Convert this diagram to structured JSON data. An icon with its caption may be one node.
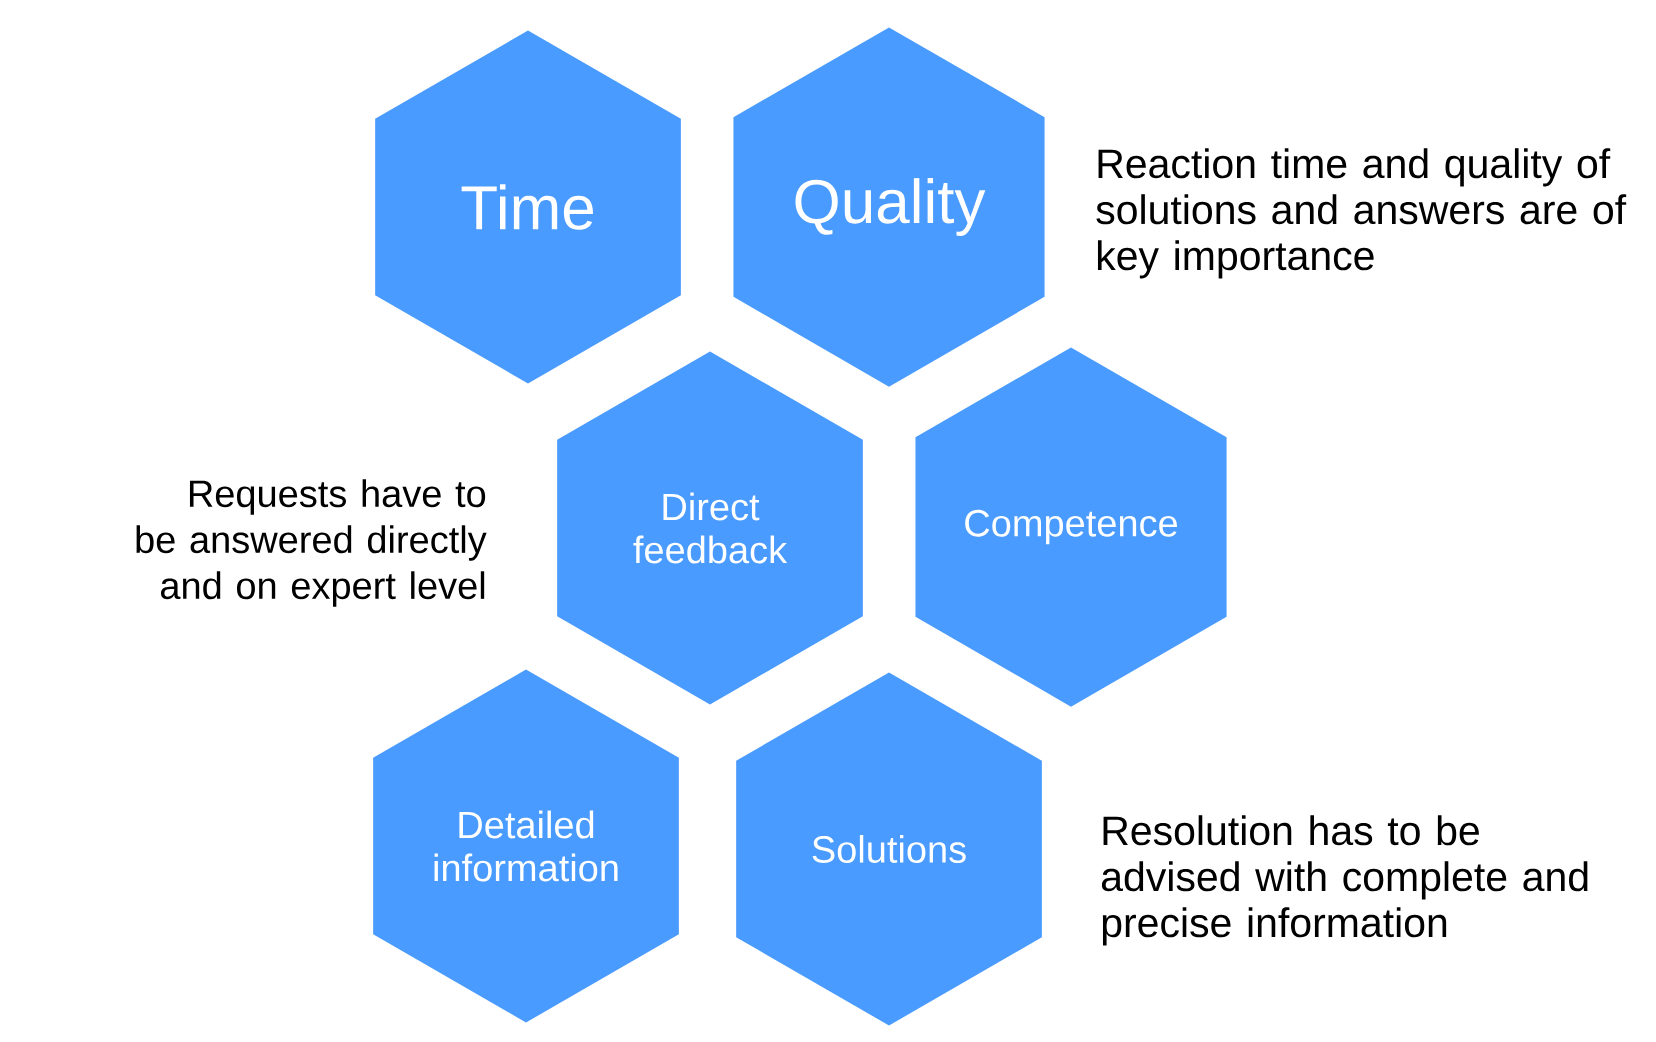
{
  "diagram": {
    "nodes": [
      {
        "text": [
          "Time"
        ]
      },
      {
        "text": [
          "Quality"
        ],
        "beside": [
          "Reaction time and quality of solutions and answers are of key importance"
        ]
      },
      {
        "text": [
          "Direct feedback"
        ],
        "beside": [
          "Requests have to be answered directly and on expert level"
        ]
      },
      {
        "text": [
          "Competence"
        ]
      },
      {
        "text": [
          "Detailed information"
        ]
      },
      {
        "text": [
          "Solutions"
        ],
        "beside": [
          "Resolution has to be advised with complete and precise information"
        ]
      }
    ]
  }
}
